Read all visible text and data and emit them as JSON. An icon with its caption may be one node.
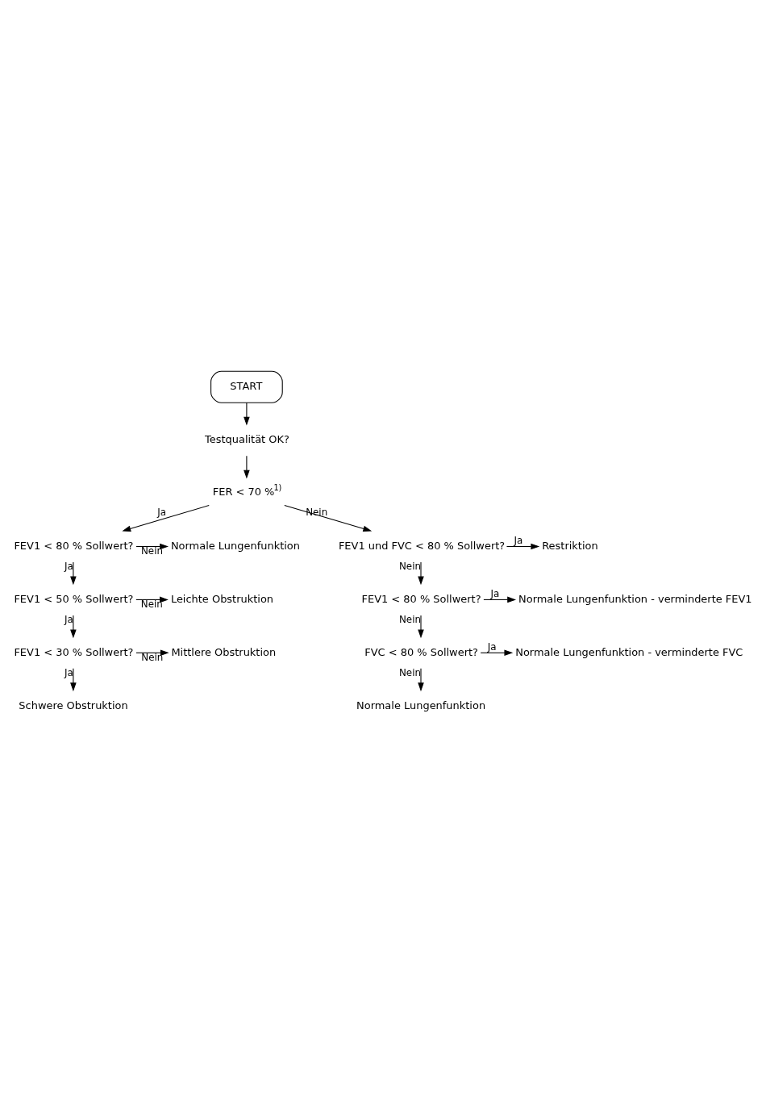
{
  "diagram": {
    "nodes": [
      {
        "text": [
          "START"
        ]
      },
      {
        "text": [
          "Testqualität OK?"
        ]
      },
      {
        "text": [
          "FER < 70 %$^{1)}$"
        ]
      },
      {
        "text": [
          "FEV1 < 80 % Sollwert?"
        ]
      },
      {
        "text": [
          "Normale Lungenfunktion"
        ]
      },
      {
        "text": [
          "FEV1 < 50 % Sollwert?"
        ]
      },
      {
        "text": [
          "Leichte Obstruktion"
        ]
      },
      {
        "text": [
          "FEV1 < 30 % Sollwert?"
        ]
      },
      {
        "text": [
          "Mittlere Obstruktion"
        ]
      },
      {
        "text": [
          "Schwere Obstruktion"
        ]
      },
      {
        "text": [
          "FEV1 und FVC < 80 % Sollwert?"
        ]
      },
      {
        "text": [
          "Restriktion"
        ]
      },
      {
        "text": [
          "FEV1 < 80 % Sollwert?"
        ]
      },
      {
        "text": [
          "Normale Lungenfunktion - verminderte FEV1"
        ]
      },
      {
        "text": [
          "FVC < 80 % Sollwert?"
        ]
      },
      {
        "text": [
          "Normale Lungenfunktion - verminderte FVC"
        ]
      },
      {
        "text": [
          "Normale Lungenfunktion"
        ]
      }
    ],
    "edges": [
      {
        "from": 0,
        "to": 1,
        "arrow": "to"
      },
      {
        "from": 1,
        "to": 2,
        "arrow": "to"
      },
      {
        "from": 2,
        "to": 3,
        "label": "Ja",
        "arrow": "to"
      },
      {
        "from": 3,
        "to": 4,
        "label": "Nein",
        "arrow": "to"
      },
      {
        "from": 3,
        "to": 5,
        "label": "Ja",
        "arrow": "to"
      },
      {
        "from": 5,
        "to": 6,
        "label": "Nein",
        "arrow": "to"
      },
      {
        "from": 5,
        "to": 7,
        "label": "Ja",
        "arrow": "to"
      },
      {
        "from": 7,
        "to": 8,
        "label": "Nein",
        "arrow": "to"
      },
      {
        "from": 7,
        "to": 9,
        "label": "Ja",
        "arrow": "to"
      },
      {
        "from": 2,
        "to": 10,
        "label": "Nein",
        "arrow": "to"
      },
      {
        "from": 10,
        "to": 11,
        "label": "Ja",
        "arrow": "to"
      },
      {
        "from": 10,
        "to": 12,
        "label": "Nein",
        "arrow": "to"
      },
      {
        "from": 12,
        "to": 13,
        "label": "Ja",
        "arrow": "to"
      },
      {
        "from": 12,
        "to": 14,
        "label": "Nein",
        "arrow": "to"
      },
      {
        "from": 14,
        "to": 15,
        "label": "Ja",
        "arrow": "to"
      },
      {
        "from": 14,
        "to": 16,
        "label": "Nein",
        "arrow": "to"
      }
    ]
  }
}
